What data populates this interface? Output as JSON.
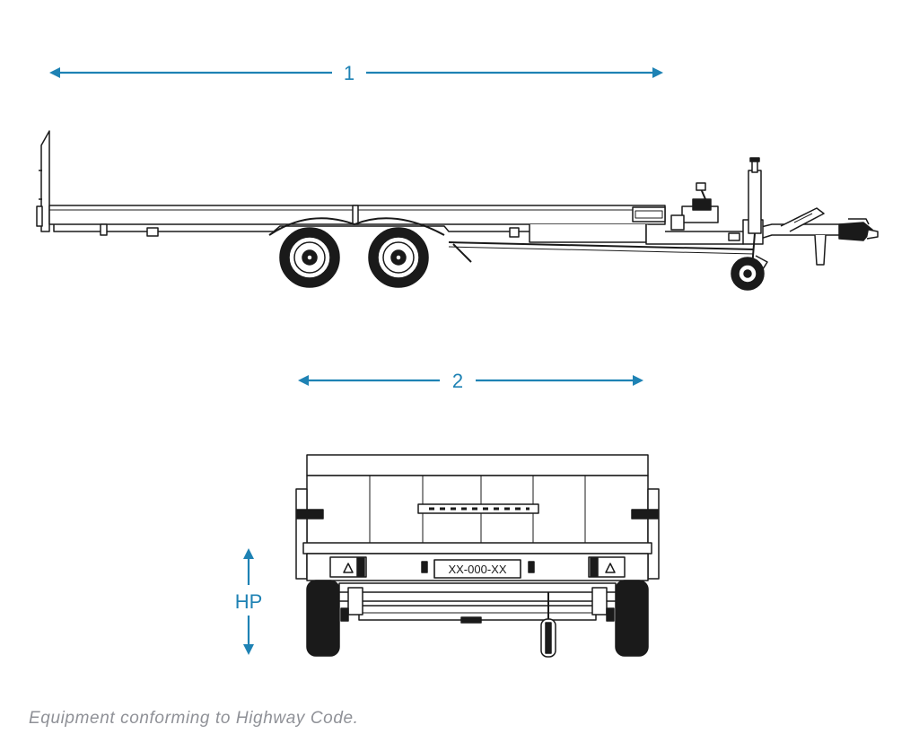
{
  "dimensions": {
    "length_label": "1",
    "width_label": "2",
    "height_label": "HP"
  },
  "plate_text": "XX-000-XX",
  "caption": "Equipment conforming to Highway Code.",
  "colors": {
    "dimension": "#1e82b4",
    "line": "#1a1a1a",
    "caption": "#8f9197"
  }
}
